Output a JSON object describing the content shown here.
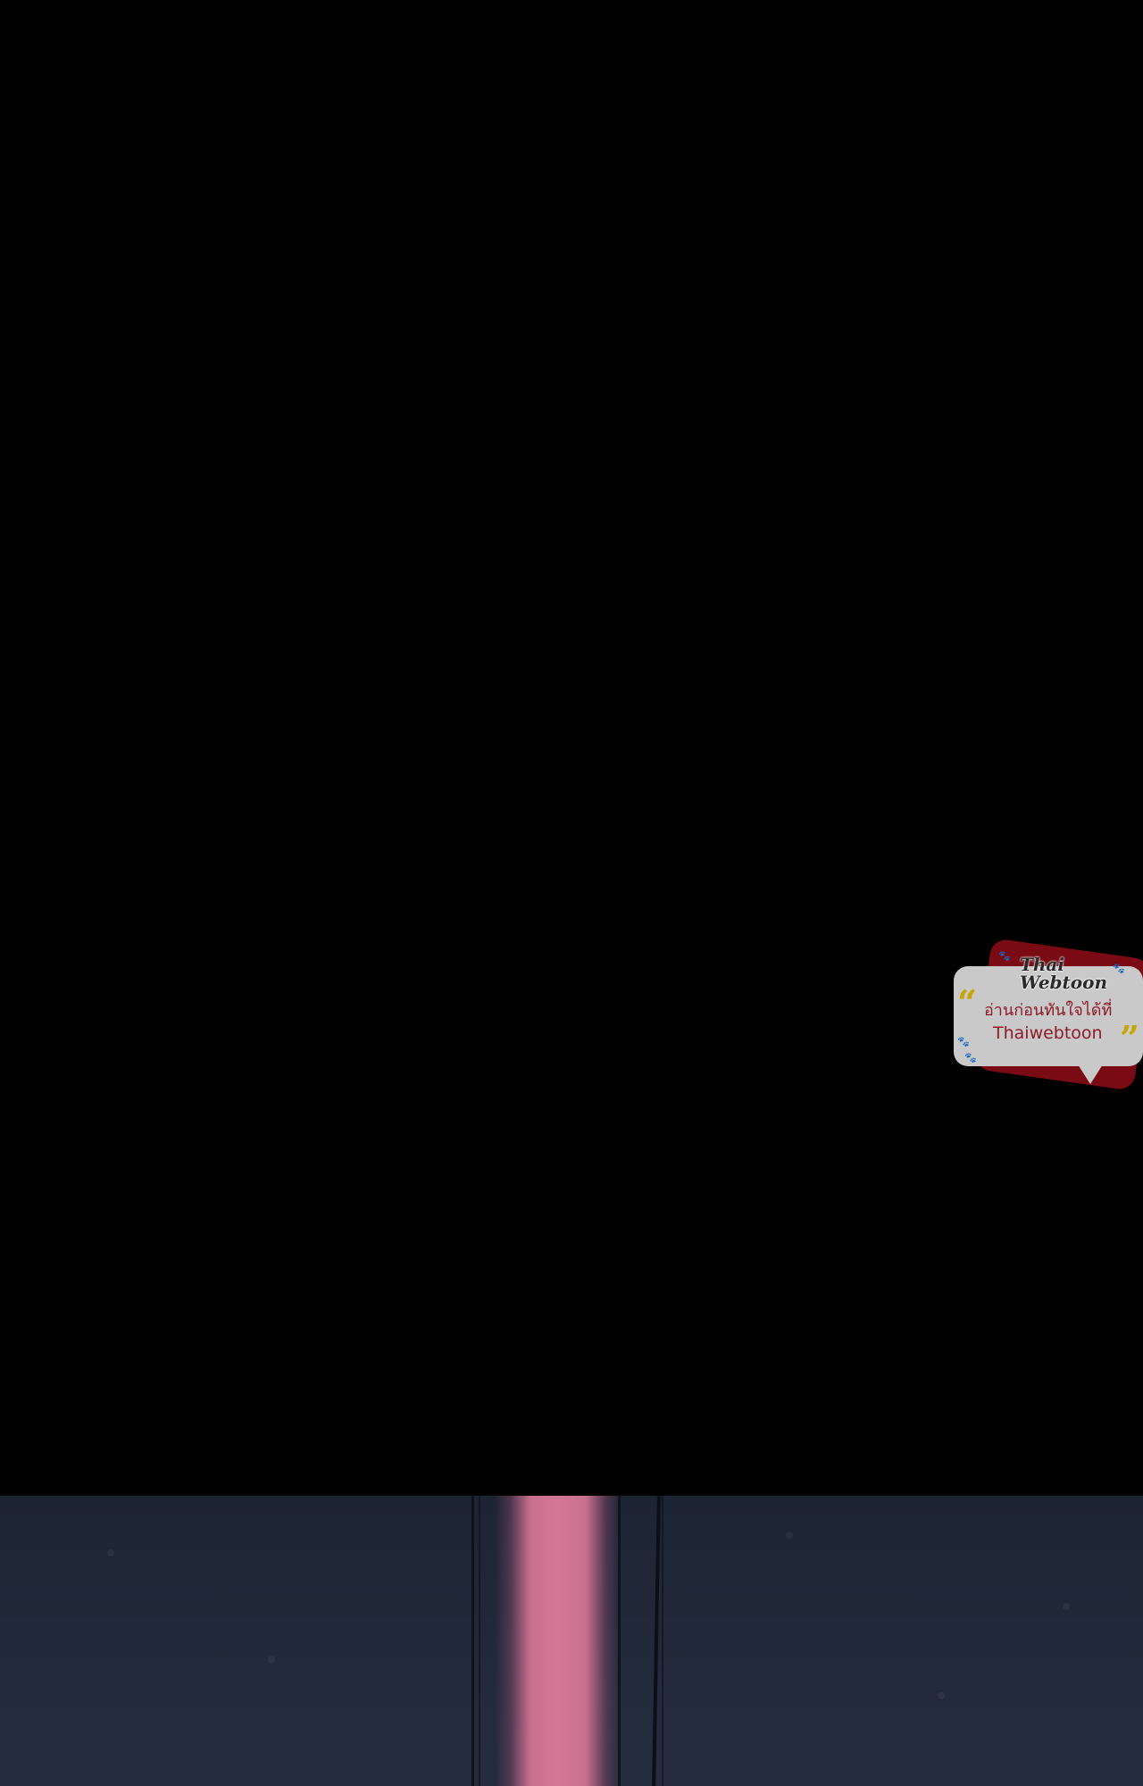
{
  "watermark": {
    "logo_text": "Thai Webtoon",
    "tagline": "อ่านก่อนทันใจได้ที่",
    "site": "Thaiwebtoon",
    "quote_open": "“",
    "quote_close": "”",
    "paw_icon": "🐾"
  },
  "colors": {
    "panel_black": "#010101",
    "bottom_panel": "#222a3b",
    "beam_pink": "#d47796",
    "watermark_red": "#8e1a27",
    "watermark_gold": "#c9a400",
    "watermark_bubble": "#c9c9c9"
  }
}
